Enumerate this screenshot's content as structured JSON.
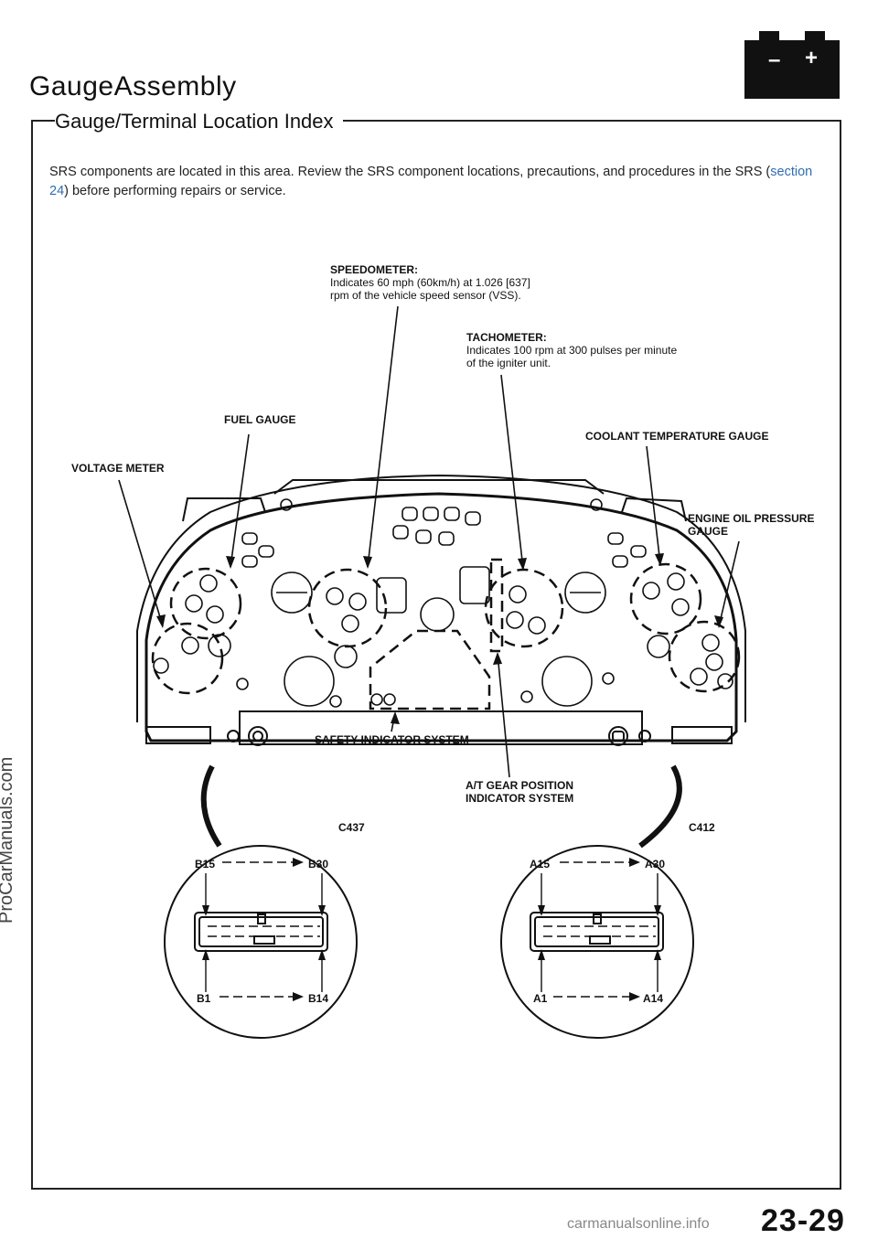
{
  "header": {
    "title": "GaugeAssembly",
    "subtitle": "Gauge/Terminal Location Index"
  },
  "note": {
    "text_before": "SRS components are located in this area. Review the SRS component locations, precautions, and procedures in the SRS (",
    "link": "section 24",
    "text_after": ") before performing repairs or service."
  },
  "labels": {
    "speedometer_title": "SPEEDOMETER:",
    "speedometer_desc1": "Indicates 60 mph (60km/h) at 1.026 [637]",
    "speedometer_desc2": "rpm of the vehicle speed sensor (VSS).",
    "tachometer_title": "TACHOMETER:",
    "tachometer_desc1": "Indicates 100 rpm at 300 pulses per minute",
    "tachometer_desc2": "of the igniter unit.",
    "fuel_gauge": "FUEL GAUGE",
    "coolant_gauge": "COOLANT TEMPERATURE GAUGE",
    "voltage_meter": "VOLTAGE METER",
    "oil_pressure_1": "ENGINE OIL PRESSURE",
    "oil_pressure_2": "GAUGE",
    "safety_indicator": "SAFETY INDICATOR SYSTEM",
    "at_gear_1": "A/T GEAR POSITION",
    "at_gear_2": "INDICATOR SYSTEM"
  },
  "connectors": {
    "left": {
      "name": "C437",
      "top_left": "B15",
      "top_right": "B30",
      "bottom_left": "B1",
      "bottom_right": "B14"
    },
    "right": {
      "name": "C412",
      "top_left": "A15",
      "top_right": "A30",
      "bottom_left": "A1",
      "bottom_right": "A14"
    }
  },
  "battery_icon": {
    "minus": "–",
    "plus": "+"
  },
  "watermark": "ProCarManuals.com",
  "page_number": "23-29",
  "footer": "carmanualsonline.info"
}
